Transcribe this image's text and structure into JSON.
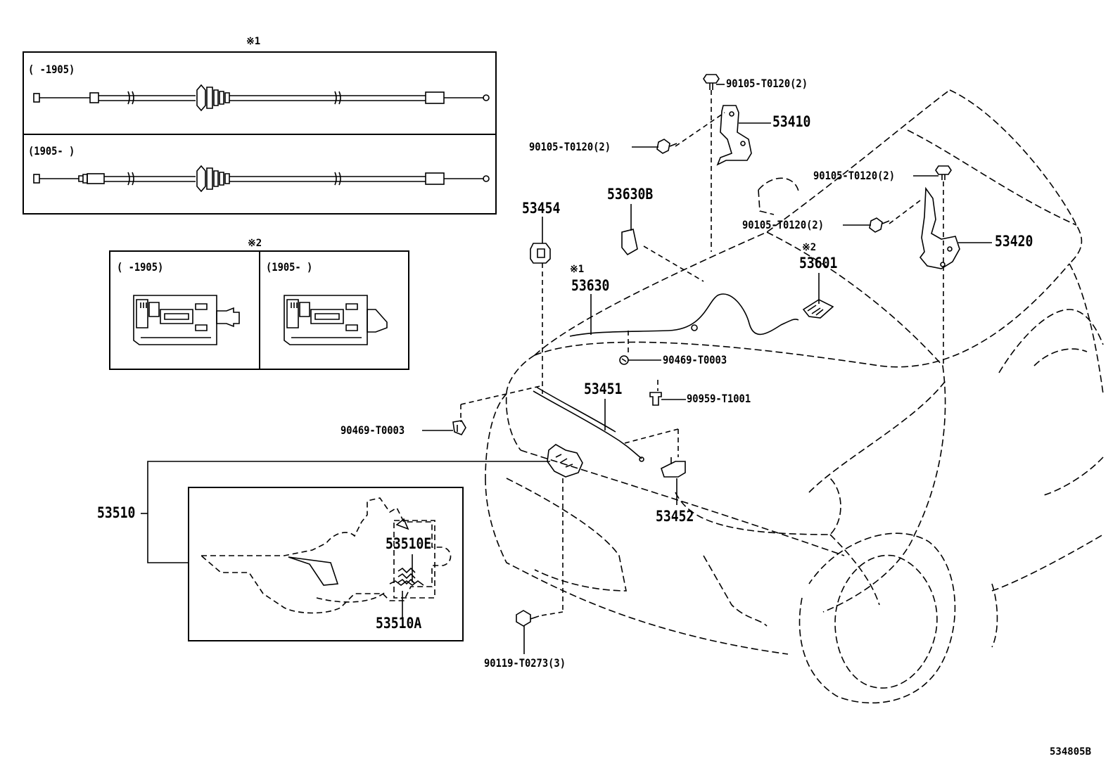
{
  "inset_cable": {
    "marker": "※1",
    "variant_before": "( -1905)",
    "variant_after": "(1905- )"
  },
  "inset_switch": {
    "marker": "※2",
    "variant_before": "( -1905)",
    "variant_after": "(1905- )"
  },
  "parts": {
    "p53410": "53410",
    "p53420": "53420",
    "p53454": "53454",
    "p53630B": "53630B",
    "p53630_marker": "※1",
    "p53630": "53630",
    "p53601_marker": "※2",
    "p53601": "53601",
    "p53451": "53451",
    "p53452": "53452",
    "p53510": "53510",
    "p53510E": "53510E",
    "p53510A": "53510A",
    "bolt_top": "90105-T0120(2)",
    "bolt_left_hinge": "90105-T0120(2)",
    "bolt_right_top": "90105-T0120(2)",
    "bolt_right_mid": "90105-T0120(2)",
    "clip_cable": "90469-T0003",
    "clip_left": "90469-T0003",
    "cushion": "90959-T1001",
    "bolt_lock": "90119-T0273(3)"
  },
  "figure_id": "534805B"
}
